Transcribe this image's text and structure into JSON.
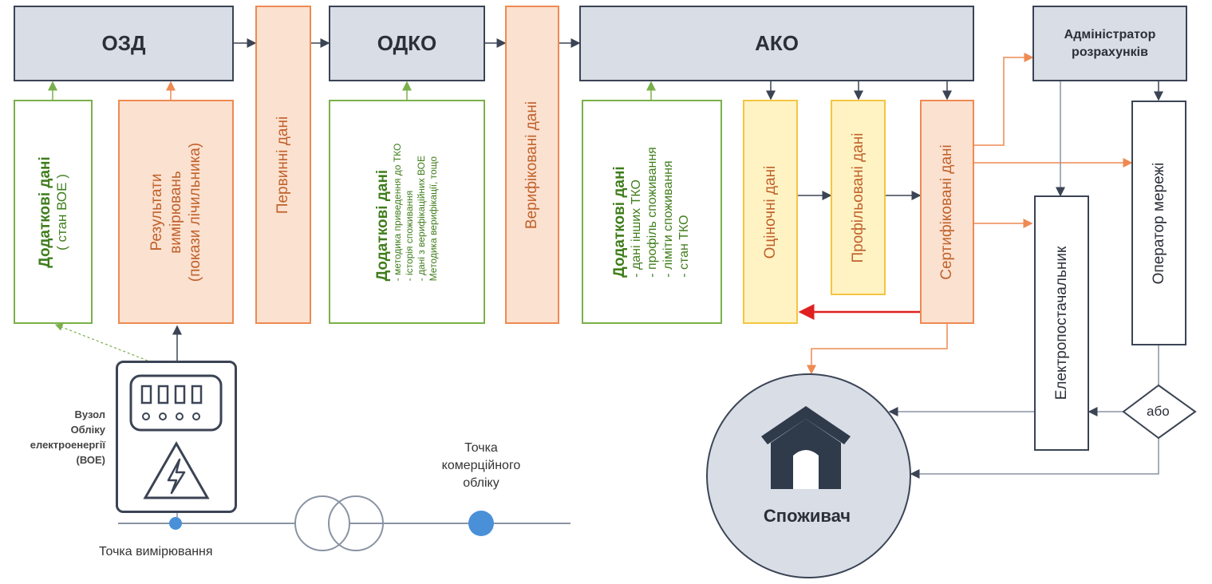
{
  "blocks": {
    "ozd": "ОЗД",
    "odko": "ОДКО",
    "ako": "АКО",
    "admin": "Адміністратор розрахунків",
    "primary": "Первинні дані",
    "verified": "Верифіковані дані",
    "estimated": "Оціночні дані",
    "profiled": "Профільовані дані",
    "certified": "Сертифіковані дані",
    "supplier": "Електропостачальник",
    "operator": "Оператор мережі"
  },
  "extra1": {
    "title": "Додаткові дані",
    "sub": "( стан ВОЕ )"
  },
  "measure": {
    "line1": "Результати",
    "line2": "вимірювань",
    "line3": "(покази лічильника)"
  },
  "extra2": {
    "title": "Додаткові дані",
    "items": [
      "- методика приведення до ТКО",
      "- історія споживання",
      "- дані з верифікаційних ВОЕ",
      "Методика верифікації, тощо"
    ]
  },
  "extra3": {
    "title": "Додаткові дані",
    "items": [
      "- дані інших ТКО",
      "- профіль споживання",
      "- ліміти споживання",
      "- стан ТКО"
    ]
  },
  "meter_label": [
    "Вузол",
    "Обліку",
    "електроенергії",
    "(ВОЕ)"
  ],
  "commercial_point": [
    "Точка",
    "комерційного",
    "обліку"
  ],
  "measure_point": "Точка вимірювання",
  "consumer": "Споживач",
  "or": "або",
  "colors": {
    "header_fill": "#d8dde6",
    "peach": "#ee8a52",
    "green": "#7ab04a",
    "yellow": "#f4c542",
    "red": "#e02020",
    "blue_dot": "#4a90d9"
  }
}
